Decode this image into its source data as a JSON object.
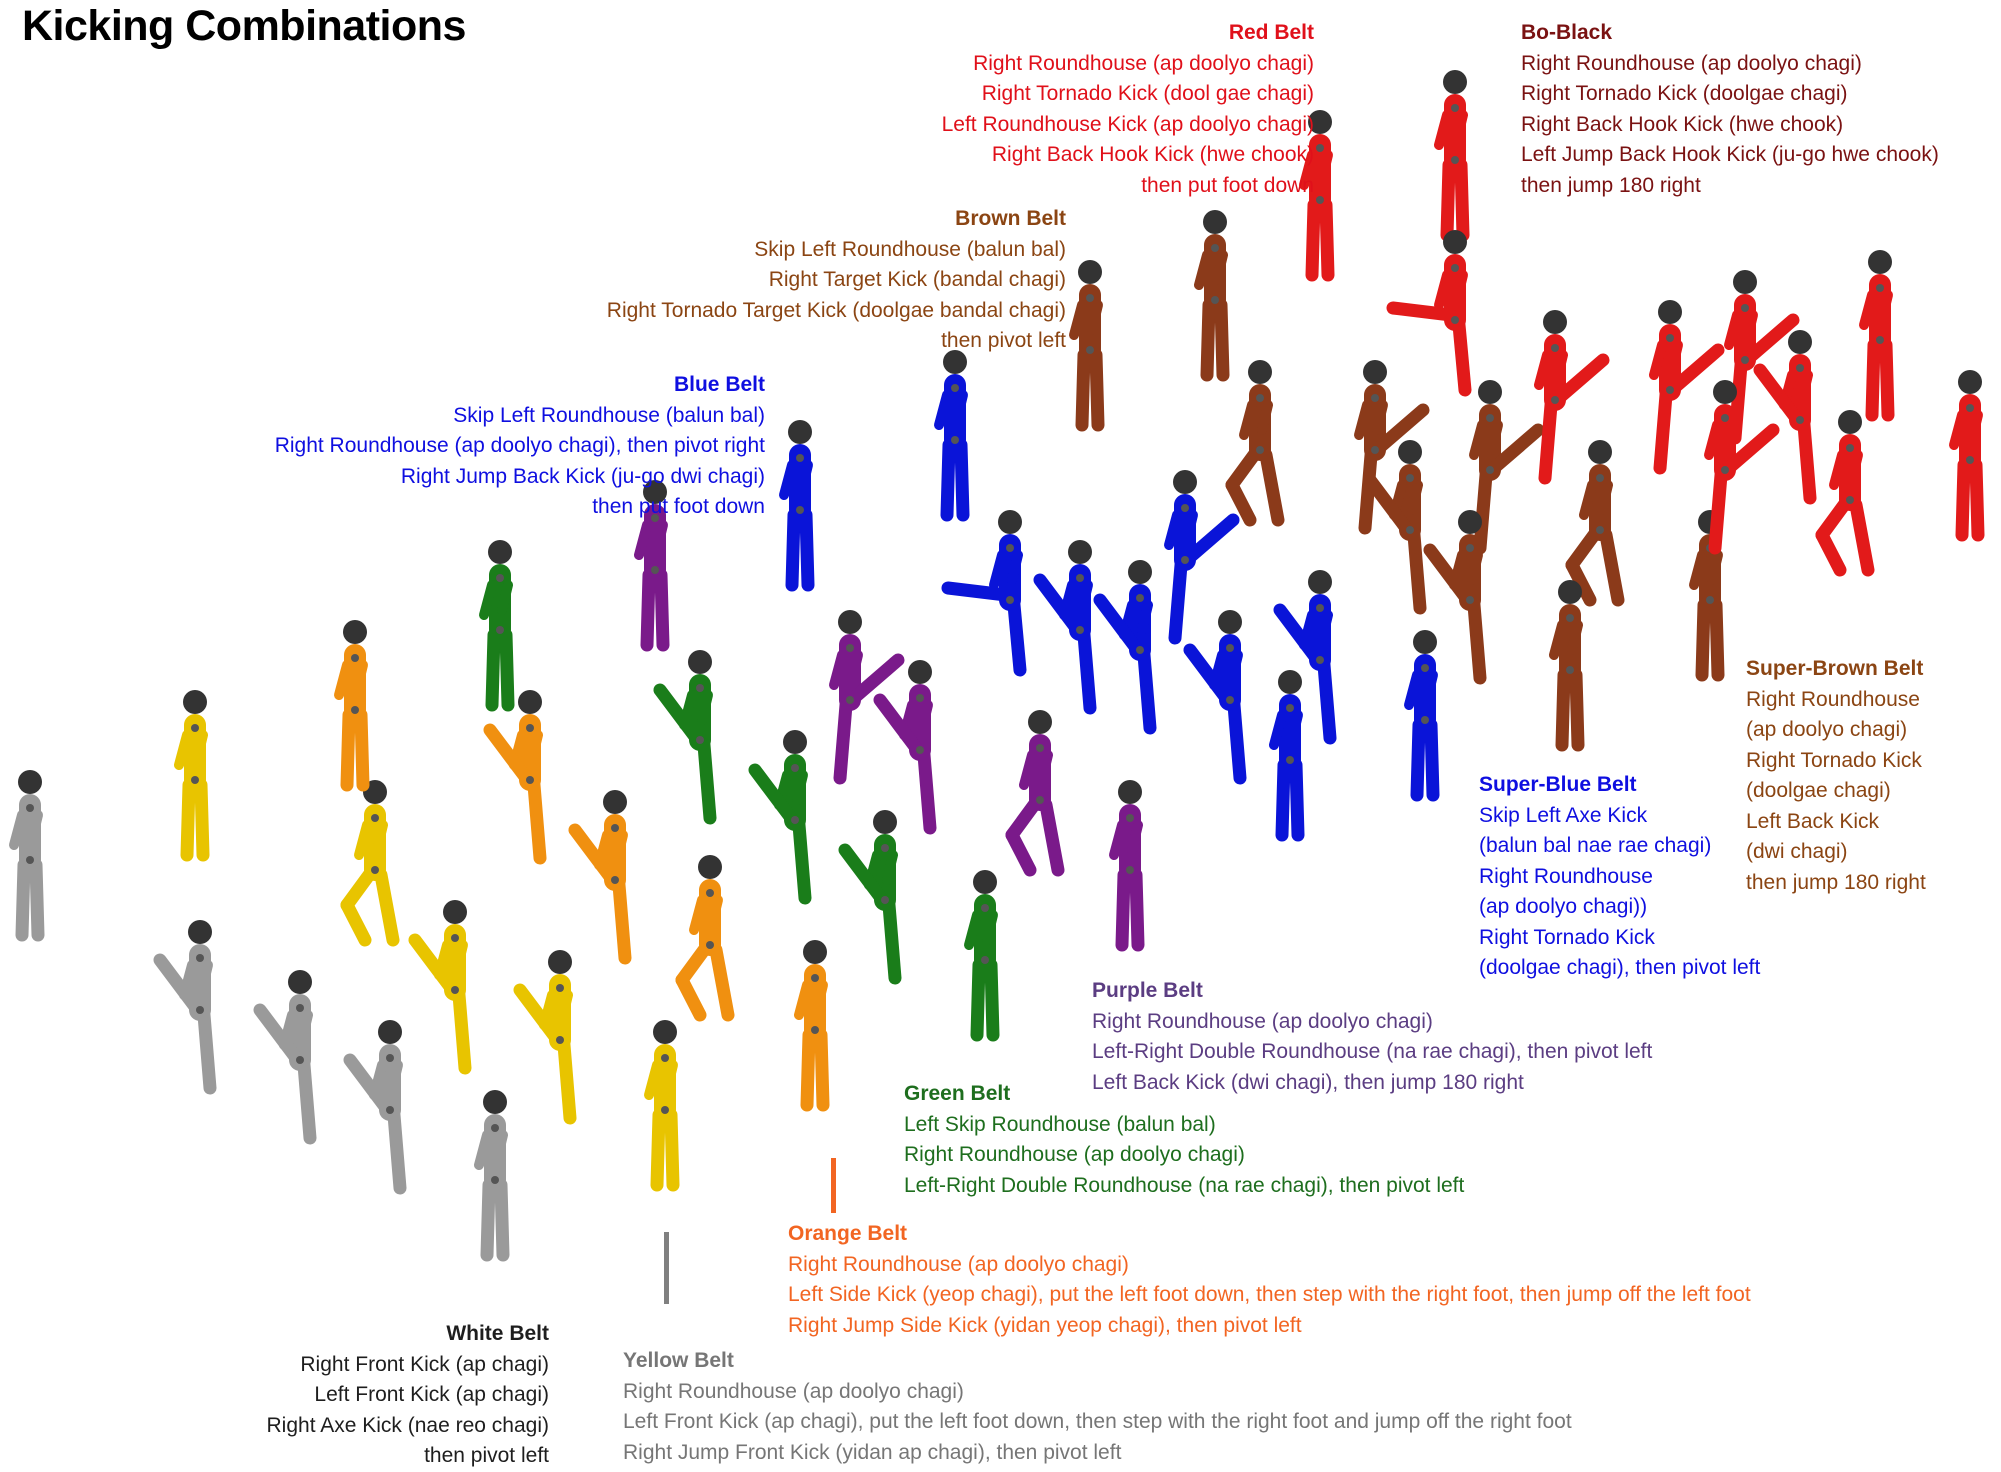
{
  "title": "Kicking Combinations",
  "colors": {
    "white": "#1e1e1e",
    "yellow": "#767676",
    "orange": "#f26522",
    "green": "#1e6e1e",
    "purple": "#5b3d82",
    "blue": "#0f0fe0",
    "super_blue": "#0f0fe0",
    "brown": "#8b4513",
    "super_brown": "#8b4513",
    "red": "#e0101a",
    "bo_black": "#7a1212"
  },
  "belts": {
    "white": {
      "name": "White Belt",
      "lines": [
        "Right Front Kick (ap chagi)",
        "Left Front Kick (ap chagi)",
        "Right Axe Kick (nae reo chagi)",
        "then pivot left"
      ]
    },
    "yellow": {
      "name": "Yellow Belt",
      "lines": [
        "Right Roundhouse (ap doolyo chagi)",
        "Left Front Kick (ap chagi), put the left foot down, then step with the right foot and jump off the right foot",
        "Right Jump Front Kick (yidan ap chagi), then pivot left"
      ]
    },
    "orange": {
      "name": "Orange Belt",
      "lines": [
        "Right Roundhouse (ap doolyo chagi)",
        "Left Side Kick (yeop chagi), put the left foot down, then step with the right foot, then jump off the left foot",
        "Right Jump Side Kick (yidan yeop chagi), then pivot left"
      ]
    },
    "green": {
      "name": "Green Belt",
      "lines": [
        "Left Skip Roundhouse (balun bal)",
        "Right Roundhouse (ap doolyo chagi)",
        "Left-Right Double Roundhouse (na rae chagi), then pivot left"
      ]
    },
    "purple": {
      "name": "Purple Belt",
      "lines": [
        "Right Roundhouse (ap doolyo chagi)",
        "Left-Right Double Roundhouse (na rae chagi), then pivot left",
        "Left Back Kick (dwi chagi), then jump 180 right"
      ]
    },
    "blue": {
      "name": "Blue Belt",
      "lines": [
        "Skip Left Roundhouse (balun bal)",
        "Right Roundhouse (ap doolyo chagi), then pivot right",
        "Right Jump Back Kick (ju-go dwi chagi)",
        "then put foot down"
      ]
    },
    "super_blue": {
      "name": "Super-Blue Belt",
      "lines": [
        "Skip Left Axe Kick",
        "(balun bal nae rae chagi)",
        "Right Roundhouse",
        "(ap doolyo chagi))",
        "Right Tornado Kick",
        "(doolgae chagi), then pivot left"
      ]
    },
    "brown": {
      "name": "Brown Belt",
      "lines": [
        "Skip Left Roundhouse (balun bal)",
        "Right Target Kick (bandal chagi)",
        "Right Tornado Target Kick (doolgae bandal chagi)",
        "then pivot left"
      ]
    },
    "super_brown": {
      "name": "Super-Brown Belt",
      "lines": [
        "Right Roundhouse",
        "(ap doolyo chagi)",
        "Right Tornado Kick",
        "(doolgae chagi)",
        "Left Back Kick",
        "(dwi chagi)",
        "then jump 180 right"
      ]
    },
    "red": {
      "name": "Red Belt",
      "lines": [
        "Right Roundhouse (ap doolyo chagi)",
        "Right Tornado Kick (dool gae chagi)",
        "Left Roundhouse Kick (ap doolyo chagi)",
        "Right Back Hook Kick (hwe chook)",
        "then put foot down"
      ]
    },
    "bo_black": {
      "name": "Bo-Black",
      "lines": [
        "Right Roundhouse (ap doolyo chagi)",
        "Right Tornado Kick (doolgae chagi)",
        "Right Back Hook Kick (hwe chook)",
        "Left Jump Back Hook Kick (ju-go hwe chook)",
        "then jump 180 right"
      ]
    }
  },
  "figures": [
    {
      "belt": "white",
      "pose": "stand"
    },
    {
      "belt": "white",
      "pose": "kick_left"
    },
    {
      "belt": "white",
      "pose": "kick_left"
    },
    {
      "belt": "white",
      "pose": "kick_left"
    },
    {
      "belt": "white",
      "pose": "stand"
    },
    {
      "belt": "yellow",
      "pose": "stand"
    },
    {
      "belt": "yellow",
      "pose": "crouch"
    },
    {
      "belt": "yellow",
      "pose": "kick_left"
    },
    {
      "belt": "yellow",
      "pose": "kick_left"
    },
    {
      "belt": "yellow",
      "pose": "stand"
    },
    {
      "belt": "orange",
      "pose": "stand"
    },
    {
      "belt": "orange",
      "pose": "kick_left"
    },
    {
      "belt": "orange",
      "pose": "kick_left"
    },
    {
      "belt": "orange",
      "pose": "crouch"
    },
    {
      "belt": "orange",
      "pose": "stand"
    },
    {
      "belt": "green",
      "pose": "stand"
    },
    {
      "belt": "green",
      "pose": "kick_left"
    },
    {
      "belt": "green",
      "pose": "kick_left"
    },
    {
      "belt": "green",
      "pose": "kick_left"
    },
    {
      "belt": "green",
      "pose": "stand"
    },
    {
      "belt": "purple",
      "pose": "stand"
    },
    {
      "belt": "purple",
      "pose": "kick_right"
    },
    {
      "belt": "purple",
      "pose": "kick_left"
    },
    {
      "belt": "purple",
      "pose": "crouch"
    },
    {
      "belt": "purple",
      "pose": "stand"
    },
    {
      "belt": "blue",
      "pose": "stand"
    },
    {
      "belt": "blue",
      "pose": "stand"
    },
    {
      "belt": "blue",
      "pose": "kick_horizontal"
    },
    {
      "belt": "blue",
      "pose": "kick_left"
    },
    {
      "belt": "blue",
      "pose": "kick_left"
    },
    {
      "belt": "blue",
      "pose": "kick_right"
    },
    {
      "belt": "blue",
      "pose": "kick_left"
    },
    {
      "belt": "blue",
      "pose": "kick_left"
    },
    {
      "belt": "blue",
      "pose": "stand"
    },
    {
      "belt": "blue",
      "pose": "stand"
    },
    {
      "belt": "brown",
      "pose": "stand"
    },
    {
      "belt": "brown",
      "pose": "stand"
    },
    {
      "belt": "brown",
      "pose": "crouch"
    },
    {
      "belt": "brown",
      "pose": "kick_right"
    },
    {
      "belt": "brown",
      "pose": "kick_left"
    },
    {
      "belt": "brown",
      "pose": "kick_right"
    },
    {
      "belt": "brown",
      "pose": "kick_left"
    },
    {
      "belt": "brown",
      "pose": "crouch"
    },
    {
      "belt": "brown",
      "pose": "stand"
    },
    {
      "belt": "brown",
      "pose": "stand"
    },
    {
      "belt": "red",
      "pose": "stand"
    },
    {
      "belt": "red",
      "pose": "stand"
    },
    {
      "belt": "red",
      "pose": "kick_horizontal"
    },
    {
      "belt": "red",
      "pose": "kick_right"
    },
    {
      "belt": "red",
      "pose": "kick_right"
    },
    {
      "belt": "red",
      "pose": "kick_right"
    },
    {
      "belt": "red",
      "pose": "kick_left"
    },
    {
      "belt": "red",
      "pose": "crouch"
    },
    {
      "belt": "red",
      "pose": "kick_right"
    },
    {
      "belt": "red",
      "pose": "stand"
    },
    {
      "belt": "red",
      "pose": "stand"
    }
  ]
}
